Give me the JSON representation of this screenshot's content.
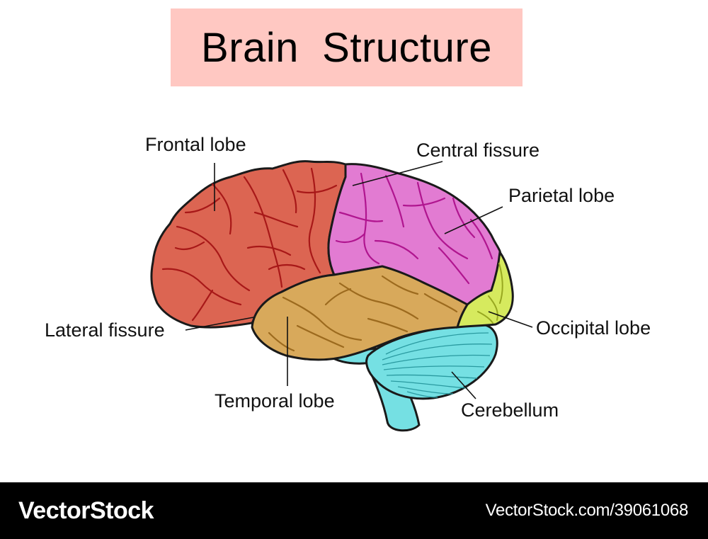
{
  "title": "Brain  Structure",
  "colors": {
    "title_bg": "#ffc8c2",
    "frontal": "#dc6552",
    "parietal": "#e27bd2",
    "temporal": "#d8a95b",
    "occipital": "#d6ea5e",
    "cerebellum": "#75e0e3",
    "outline": "#1a1a1a"
  },
  "labels": {
    "frontal_lobe": "Frontal lobe",
    "central_fissure": "Central fissure",
    "parietal_lobe": "Parietal lobe",
    "lateral_fissure": "Lateral fissure",
    "occipital_lobe": "Occipital lobe",
    "temporal_lobe": "Temporal lobe",
    "cerebellum": "Cerebellum"
  },
  "footer": {
    "brand": "VectorStock",
    "credit": "VectorStock.com/39061068"
  }
}
